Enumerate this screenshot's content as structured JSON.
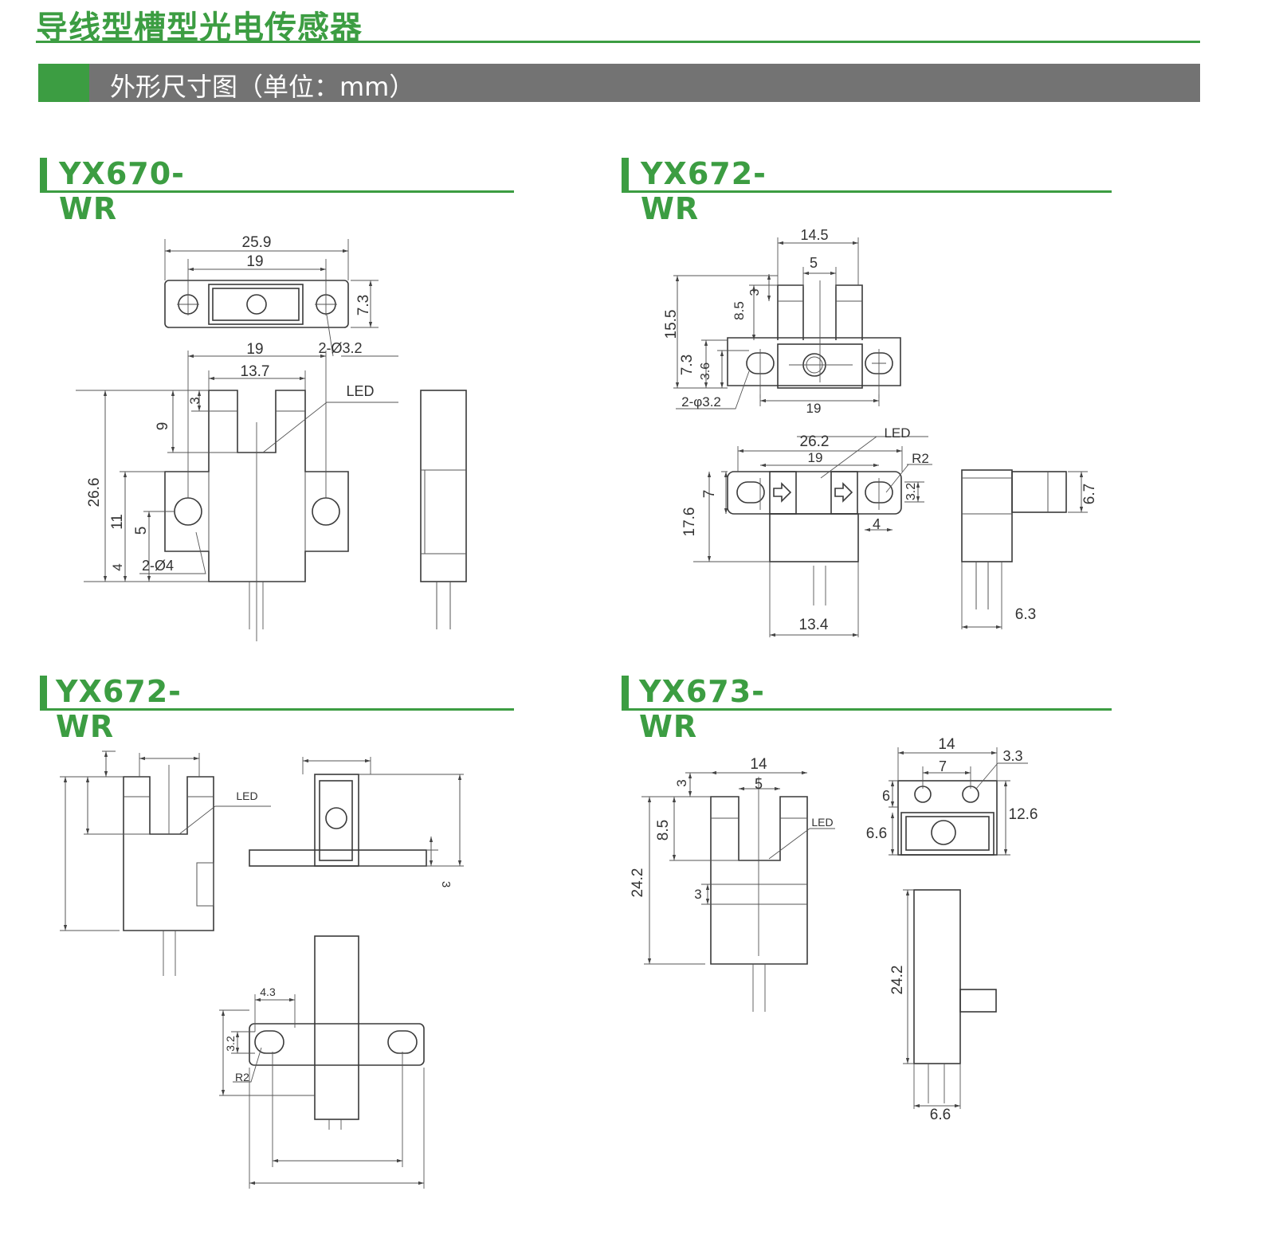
{
  "header": {
    "title": "导线型槽型光电传感器",
    "subtitle": "外形尺寸图（单位：mm）"
  },
  "colors": {
    "accent": "#3c9d42",
    "bar": "#737373",
    "line": "#3a3a3a"
  },
  "sections": [
    {
      "model": "YX670-WR",
      "dims": {
        "overall_width": "25.9",
        "hole_pitch": "19",
        "height_top": "7.3",
        "mount_hole": "2-Ø3.2",
        "pitch_front": "19",
        "arm_span": "13.7",
        "led": "LED",
        "total_height": "26.6",
        "lower_height": "11",
        "hole_height": "5",
        "bottom": "4",
        "slot_depth": "9",
        "cap": "3",
        "hole_front": "2-Ø4"
      }
    },
    {
      "model": "YX672-WR",
      "dims": {
        "width": "14.5",
        "slot": "5",
        "cap": "3",
        "slot_depth": "8.5",
        "total_height": "15.5",
        "flange_height": "7.3",
        "hole_height": "3.6",
        "mount_hole": "2-φ3.2",
        "hole_pitch": "19",
        "overall_width": "26.2",
        "pitch_front": "19",
        "led": "LED",
        "radius": "R2",
        "flange": "7",
        "slot_w": "3.2",
        "slot_len": "4",
        "depth": "17.6",
        "body_width": "13.4",
        "side_height": "6.7",
        "side_width": "6.3"
      }
    },
    {
      "model": "YX672-WR",
      "dims": {
        "led": "LED",
        "flange": "3",
        "slot_len": "4.3",
        "slot_w": "3.2",
        "radius": "R2"
      }
    },
    {
      "model": "YX673-WR",
      "dims": {
        "width": "14",
        "slot": "5",
        "cap": "3",
        "slot_depth": "8.5",
        "total_height": "24.2",
        "band": "3",
        "led": "LED",
        "top_width": "14",
        "hole_pitch": "7",
        "hole_dia": "3.3",
        "hole_offset": "6",
        "depth": "12.6",
        "lens_height": "6.6",
        "side_height": "24.2",
        "side_width": "6.6"
      }
    }
  ]
}
